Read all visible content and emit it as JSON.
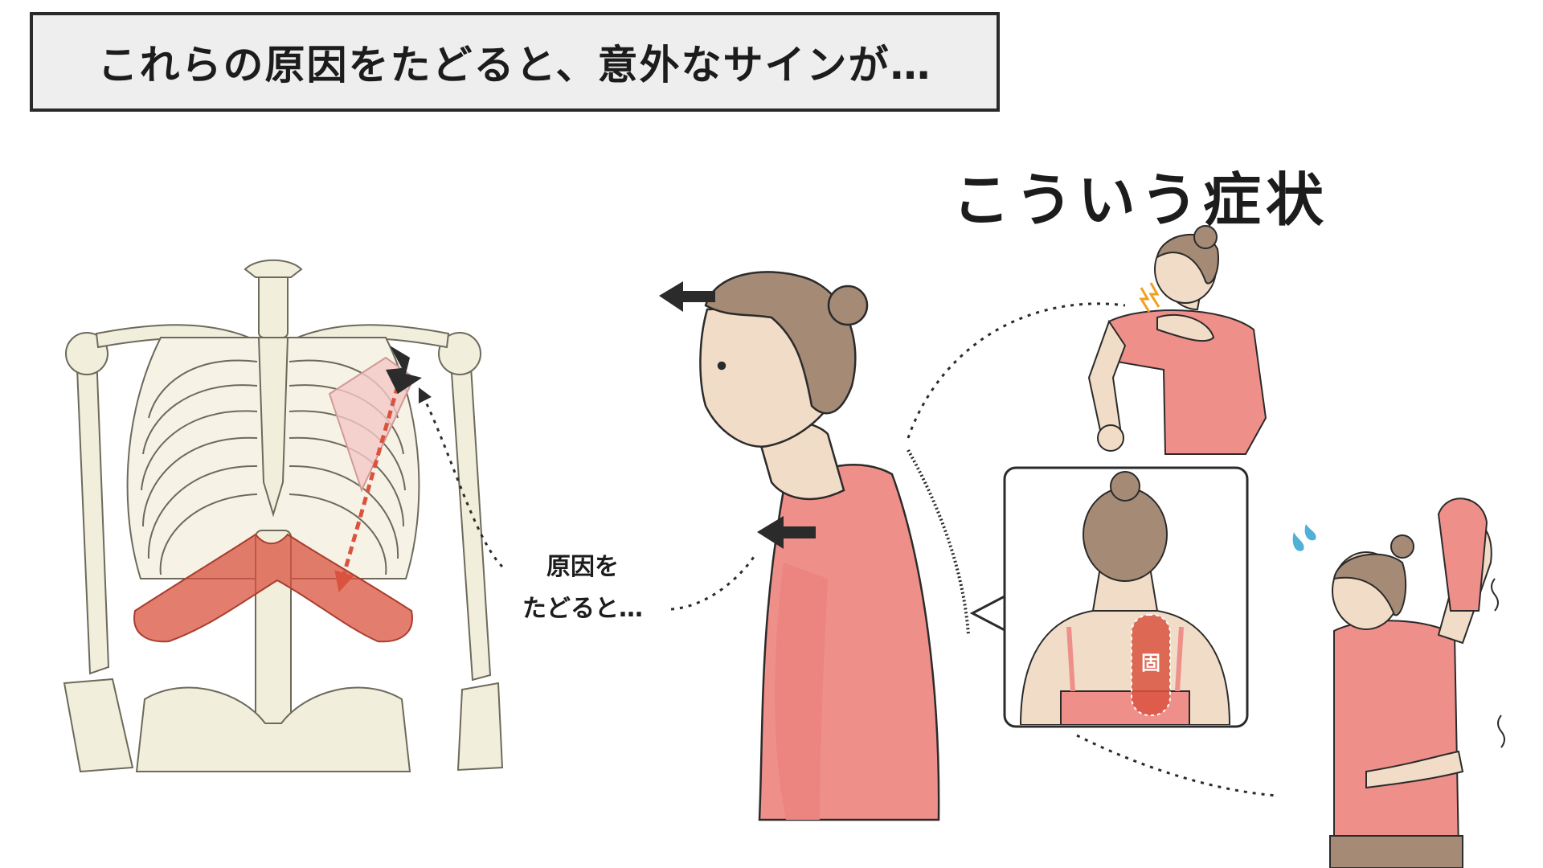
{
  "header": {
    "text": "これらの原因をたどると、意外なサインが…"
  },
  "symptoms_title": "こういう症状",
  "cause_label": {
    "line1": "原因を",
    "line2": "たどると…"
  },
  "back_inset": {
    "stamp": "固"
  },
  "colors": {
    "muscle_red": "#d9533f",
    "shirt_pink": "#ef8f8a",
    "skin": "#f1dcc7",
    "hair": "#a58a76",
    "bone": "#f2eedc",
    "arrow_dark": "#2b2b2b"
  },
  "icons": [
    "skeleton-illustration",
    "forward-head-woman",
    "shoulder-pain-woman",
    "back-stiffness-inset",
    "reaching-back-woman"
  ]
}
